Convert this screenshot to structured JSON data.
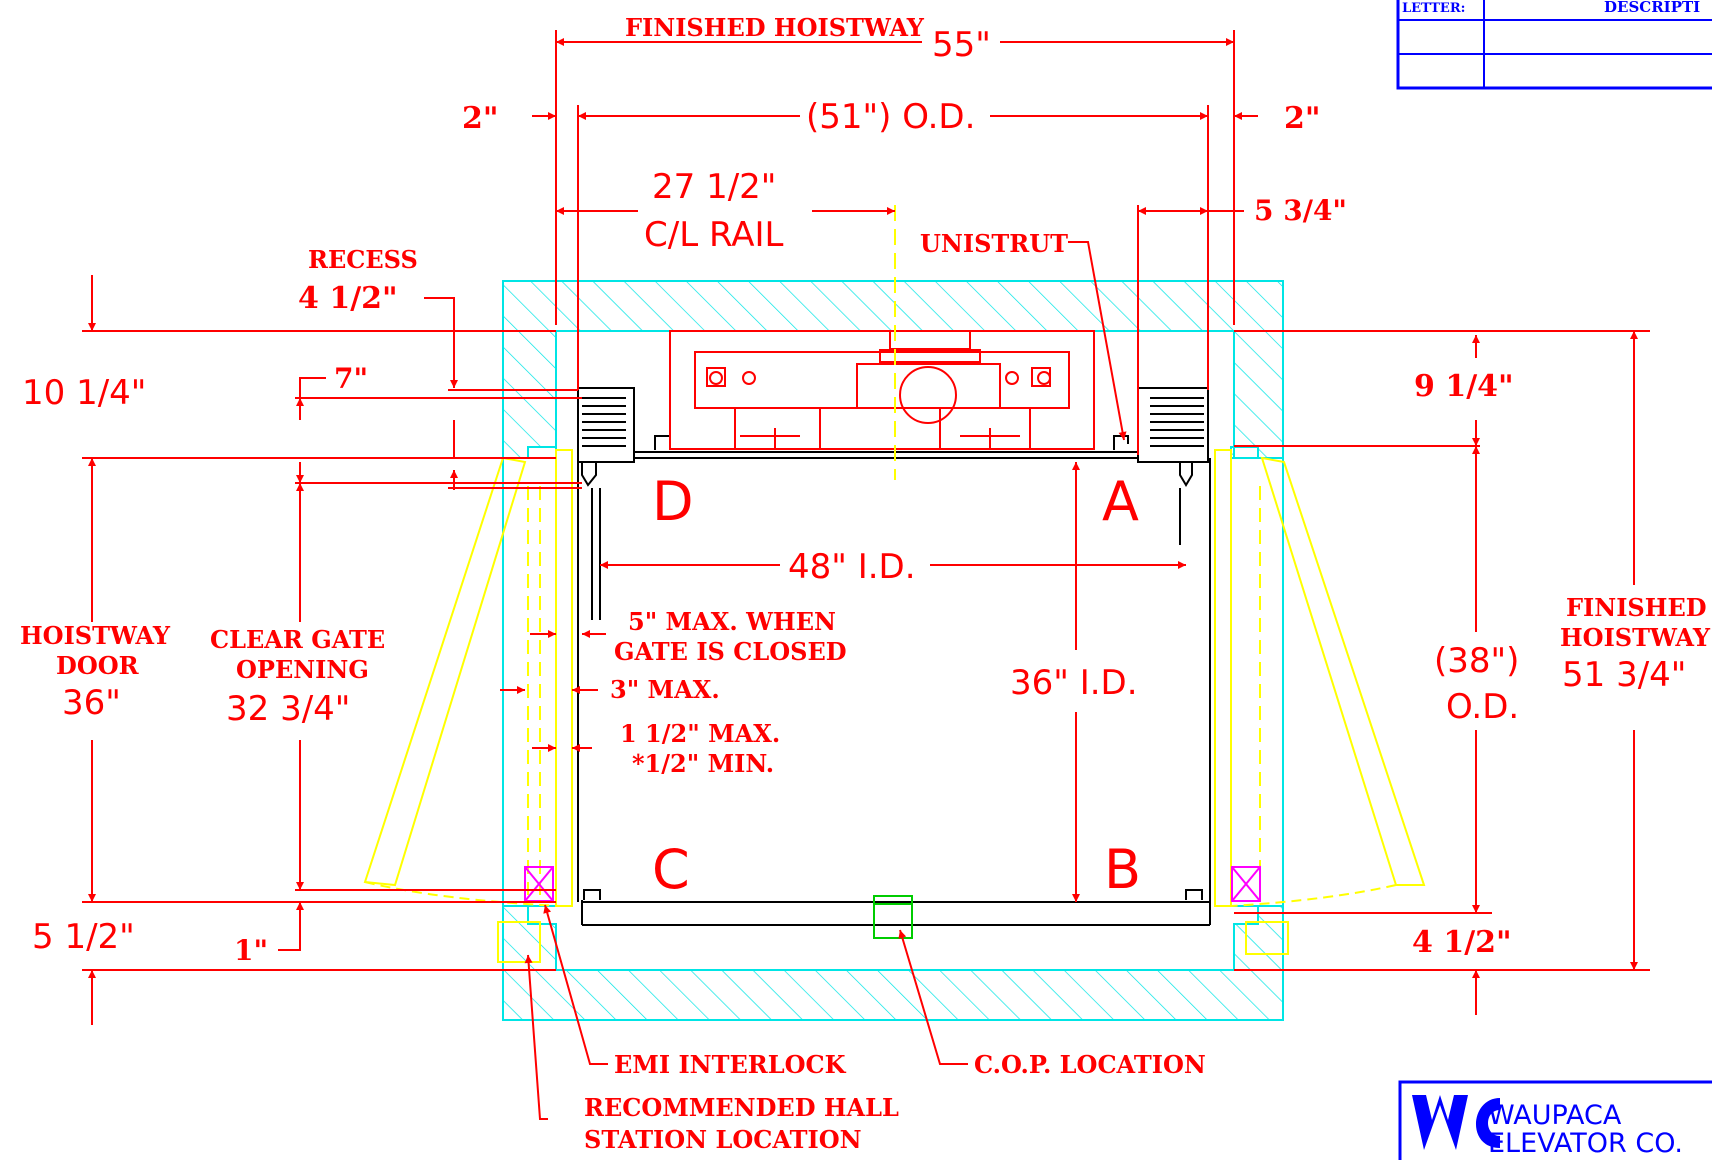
{
  "title_block": {
    "letter_header": "LETTER:",
    "description_header": "DESCRIPTI"
  },
  "dimensions": {
    "finished_hoistway_label": "FINISHED HOISTWAY",
    "finished_hoistway_width": "55\"",
    "od_width": "(51\") O.D.",
    "left_clearance": "2\"",
    "right_clearance": "2\"",
    "cl_rail_value": "27 1/2\"",
    "cl_rail_label": "C/L RAIL",
    "rail_offset": "5 3/4\"",
    "unistrut": "UNISTRUT",
    "recess_label": "RECESS",
    "recess_value": "4 1/2\"",
    "top_left_depth": "10 1/4\"",
    "seven_inch": "7\"",
    "top_right_depth": "9 1/4\"",
    "id_width": "48\" I.D.",
    "id_depth": "36\" I.D.",
    "gate_note_1": "5\" MAX. WHEN",
    "gate_note_2": "GATE IS CLOSED",
    "three_max": "3\" MAX.",
    "one_half_max": "1 1/2\" MAX.",
    "half_min": "*1/2\" MIN.",
    "hoistway_door_1": "HOISTWAY",
    "hoistway_door_2": "DOOR",
    "hoistway_door_value": "36\"",
    "clear_gate_1": "CLEAR GATE",
    "clear_gate_2": "OPENING",
    "clear_gate_value": "32 3/4\"",
    "od_depth_1": "(38\")",
    "od_depth_2": "O.D.",
    "finished_depth_1": "FINISHED",
    "finished_depth_2": "HOISTWAY",
    "finished_depth_value": "51 3/4\"",
    "bottom_left": "5 1/2\"",
    "one_inch": "1\"",
    "bottom_right": "4 1/2\""
  },
  "corners": {
    "a": "A",
    "b": "B",
    "c": "C",
    "d": "D"
  },
  "callouts": {
    "emi_interlock": "EMI INTERLOCK",
    "cop_location": "C.O.P. LOCATION",
    "hall_station_1": "RECOMMENDED HALL",
    "hall_station_2": "STATION LOCATION"
  },
  "logo": {
    "line1": "WAUPACA",
    "line2": "ELEVATOR CO."
  },
  "colors": {
    "dimension": "#ff0000",
    "wall": "#00e5e5",
    "door": "#ffff00",
    "interlock": "#ff00ff",
    "cop": "#00cc00",
    "logo": "#0000ff",
    "car": "#000000"
  }
}
